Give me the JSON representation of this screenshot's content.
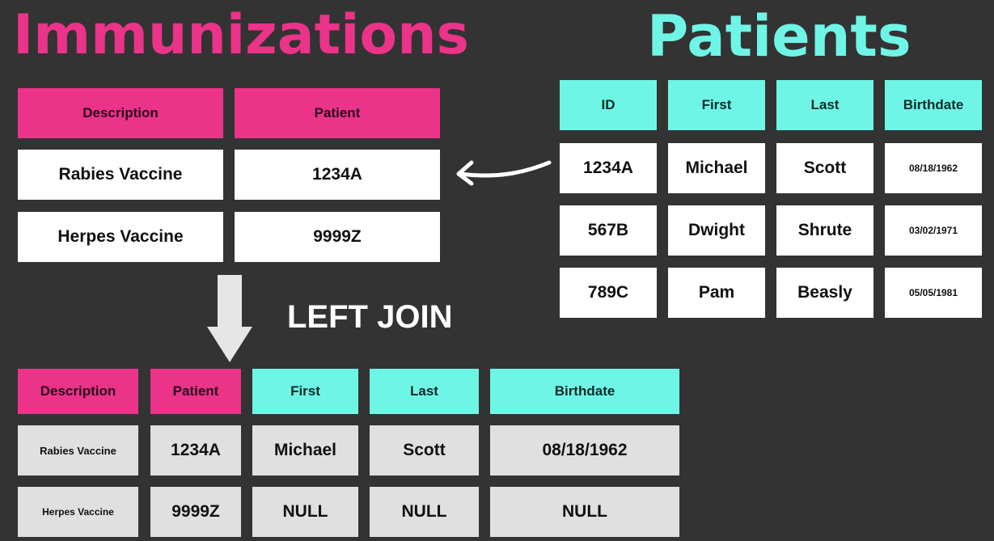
{
  "immunizations": {
    "title": "Immunizations",
    "headers": [
      "Description",
      "Patient"
    ],
    "rows": [
      [
        "Rabies Vaccine",
        "1234A"
      ],
      [
        "Herpes Vaccine",
        "9999Z"
      ]
    ]
  },
  "patients": {
    "title": "Patients",
    "headers": [
      "ID",
      "First",
      "Last",
      "Birthdate"
    ],
    "rows": [
      [
        "1234A",
        "Michael",
        "Scott",
        "08/18/1962"
      ],
      [
        "567B",
        "Dwight",
        "Shrute",
        "03/02/1971"
      ],
      [
        "789C",
        "Pam",
        "Beasly",
        "05/05/1981"
      ]
    ]
  },
  "join_label": "LEFT JOIN",
  "result": {
    "headers": [
      "Description",
      "Patient",
      "First",
      "Last",
      "Birthdate"
    ],
    "rows": [
      [
        "Rabies Vaccine",
        "1234A",
        "Michael",
        "Scott",
        "08/18/1962"
      ],
      [
        "Herpes Vaccine",
        "9999Z",
        "NULL",
        "NULL",
        "NULL"
      ]
    ]
  },
  "colors": {
    "background": "#333333",
    "pink": "#ea3389",
    "cyan": "#6ff5e6",
    "white": "#ffffff",
    "grey": "#e0e0e0"
  }
}
